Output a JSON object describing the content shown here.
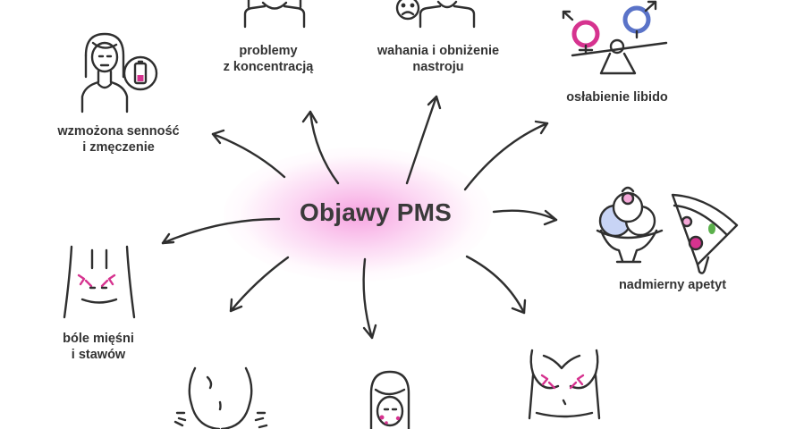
{
  "center": {
    "title": "Objawy PMS"
  },
  "symptoms": [
    {
      "id": "concentration",
      "line1": "problemy",
      "line2": "z koncentracją"
    },
    {
      "id": "mood",
      "line1": "wahania i obniżenie",
      "line2": "nastroju"
    },
    {
      "id": "libido",
      "line1": "osłabienie libido",
      "line2": ""
    },
    {
      "id": "fatigue",
      "line1": "wzmożona senność",
      "line2": "i zmęczenie"
    },
    {
      "id": "appetite",
      "line1": "nadmierny apetyt",
      "line2": ""
    },
    {
      "id": "pain",
      "line1": "bóle mięśni",
      "line2": "i stawów"
    }
  ],
  "colors": {
    "line": "#2f2f2f",
    "accent_pink": "#d6338f",
    "accent_blue": "#5a73c8",
    "glow": "#f05ac8",
    "food_blue": "#c8d4f5",
    "food_pink": "#f5a8d8"
  },
  "icons": [
    "person-icon",
    "sad-face-icon",
    "gender-scale-icon",
    "battery-icon",
    "ice-cream-icon",
    "pizza-icon",
    "back-pain-icon",
    "bloating-icon",
    "acne-face-icon",
    "breast-pain-icon"
  ]
}
